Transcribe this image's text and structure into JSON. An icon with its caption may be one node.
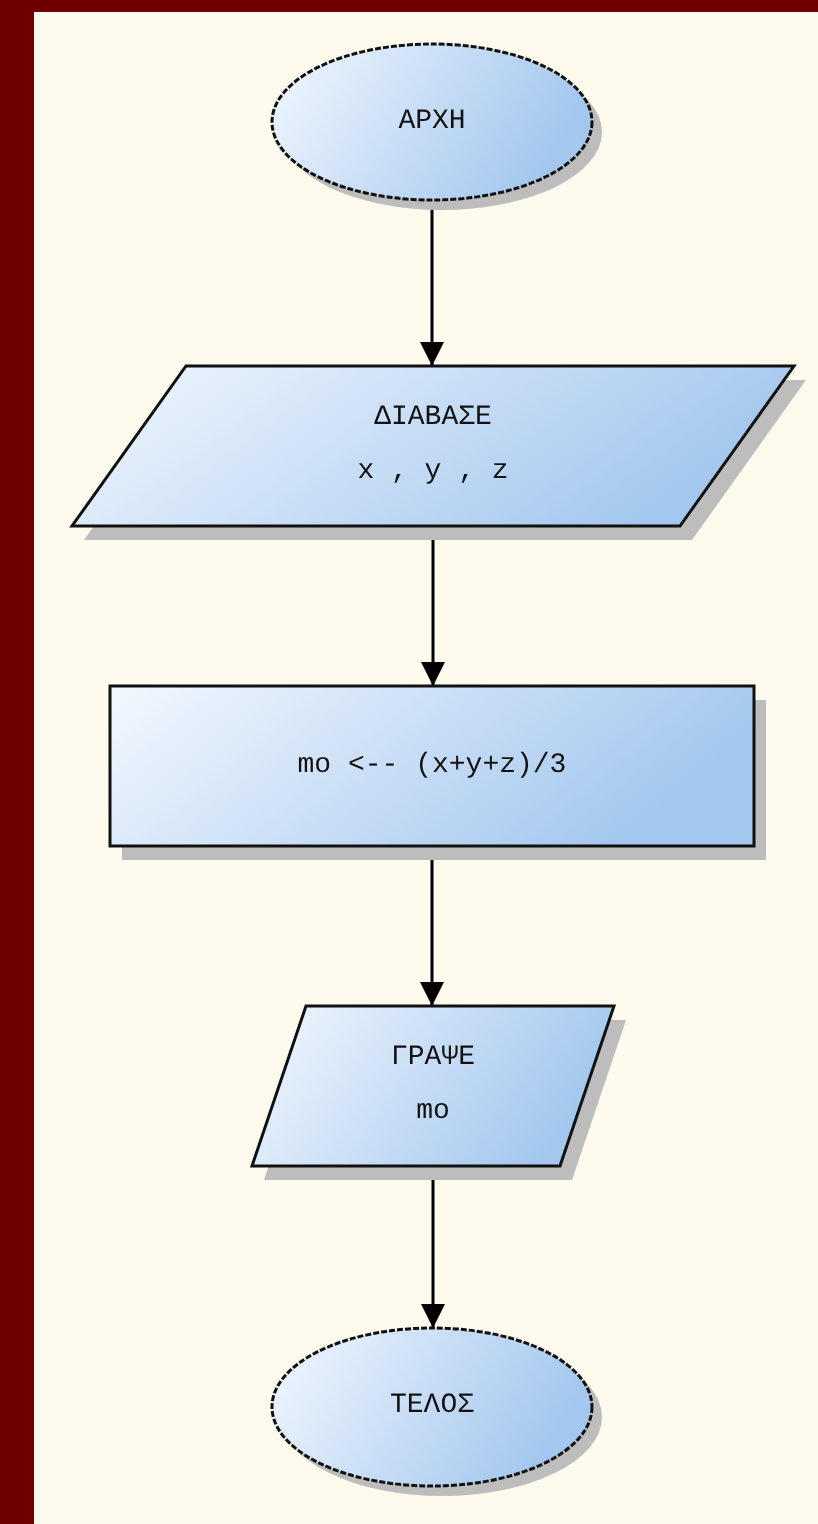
{
  "diagram": {
    "nodes": [
      {
        "text": [
          "ΑΡΧΗ"
        ]
      },
      {
        "text": [
          "ΔΙΑΒΑΣΕ",
          "x , y , z"
        ]
      },
      {
        "text": [
          "mo <-- (x+y+z)/3"
        ]
      },
      {
        "text": [
          "ΓΡΑΨΕ",
          "mo"
        ]
      },
      {
        "text": [
          "ΤΕΛΟΣ"
        ]
      }
    ],
    "edges": [
      {
        "from": 0,
        "to": 1,
        "arrow": "to"
      },
      {
        "from": 1,
        "to": 2,
        "arrow": "to"
      },
      {
        "from": 2,
        "to": 3,
        "arrow": "to"
      },
      {
        "from": 3,
        "to": 4,
        "arrow": "to"
      }
    ]
  }
}
